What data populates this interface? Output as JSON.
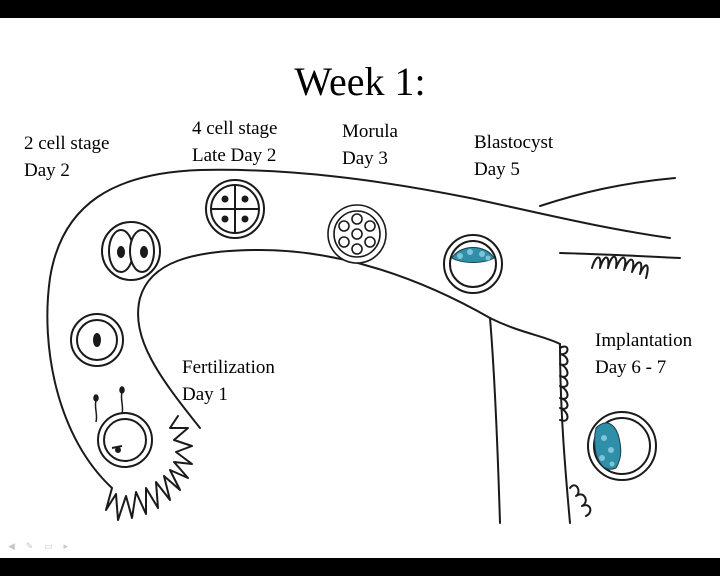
{
  "title": "Week 1:",
  "stages": [
    {
      "name": "2 cell stage",
      "day": "Day 2"
    },
    {
      "name": "4 cell stage",
      "day": "Late Day 2"
    },
    {
      "name": "Morula",
      "day": "Day 3"
    },
    {
      "name": "Blastocyst",
      "day": "Day 5"
    },
    {
      "name": "Implantation",
      "day": "Day 6 - 7"
    },
    {
      "name": "Fertilization",
      "day": "Day 1"
    }
  ],
  "colors": {
    "background": "#ffffff",
    "frame": "#000000",
    "line": "#1a1a1a",
    "inner_cell_mass": "#2f8fa8"
  },
  "icons": {
    "slide_controls": "slide-toolbar-icons"
  }
}
